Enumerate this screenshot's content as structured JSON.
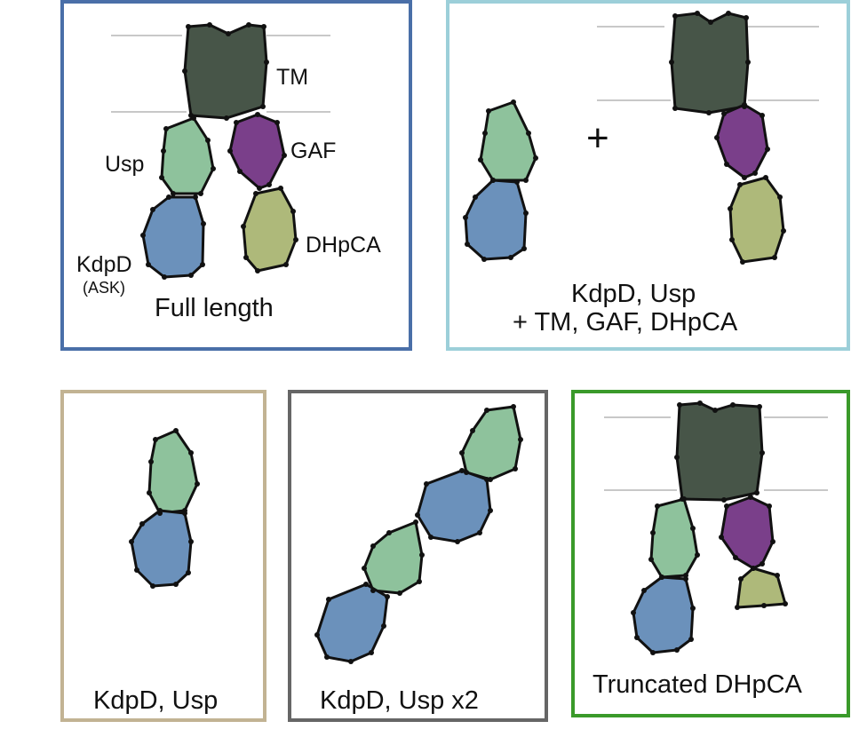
{
  "colors": {
    "tm": "#475548",
    "usp": "#8ec29c",
    "kdpd": "#6b91bb",
    "gaf": "#7a3f8a",
    "dhpca": "#aeb97a",
    "membrane": "#c8c8c8",
    "outline": "#111111",
    "frame_full_length": "#4a6fa8",
    "frame_kdpd_usp_plus": "#9ccfd9",
    "frame_kdpd_usp": "#c2b393",
    "frame_kdpd_usp_x2": "#666666",
    "frame_truncated": "#3a9a2a"
  },
  "panels": {
    "full_length": {
      "caption": "Full length",
      "labels": {
        "tm": "TM",
        "gaf": "GAF",
        "usp": "Usp",
        "dhpca": "DHpCA",
        "kdpd": "KdpD",
        "ask": "(ASK)"
      }
    },
    "kdpd_usp_plus": {
      "plus": "+",
      "caption_line1": "KdpD, Usp",
      "caption_line2": "+ TM, GAF, DHpCA"
    },
    "kdpd_usp": {
      "caption": "KdpD, Usp"
    },
    "kdpd_usp_x2": {
      "caption": "KdpD, Usp x2"
    },
    "truncated": {
      "caption": "Truncated DHpCA"
    }
  }
}
